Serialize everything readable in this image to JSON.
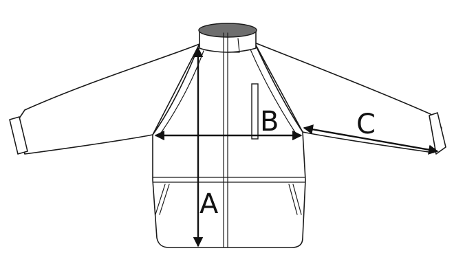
{
  "diagram": {
    "labels": {
      "a": "A",
      "b": "B",
      "c": "C"
    },
    "colors": {
      "line": "#1a1a1a",
      "fill": "#ffffff",
      "collar_inner": "#6e6e6e"
    }
  }
}
